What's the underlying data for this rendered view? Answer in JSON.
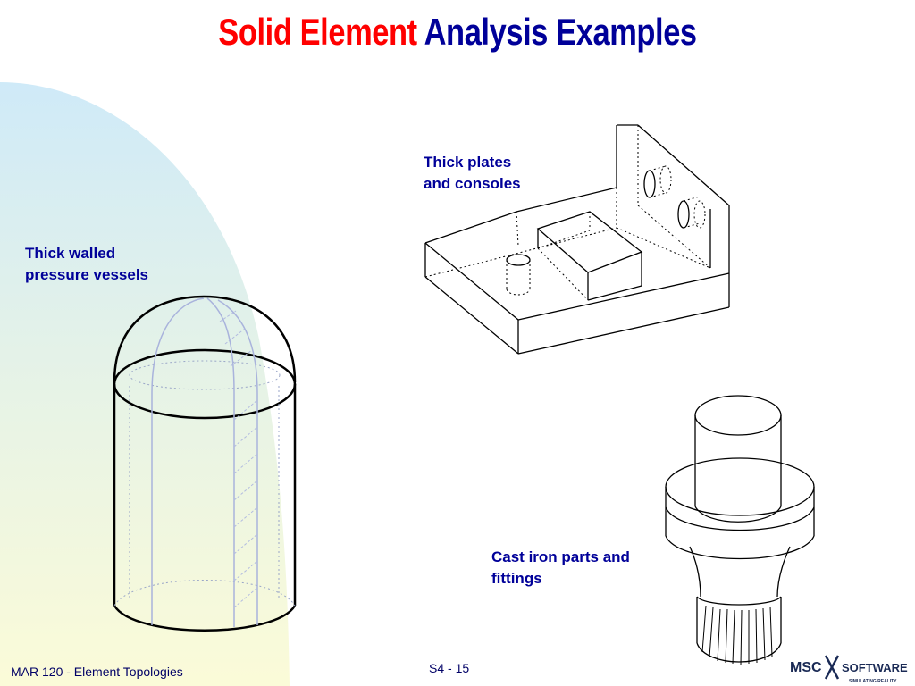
{
  "slide": {
    "title_part1": "Solid Element",
    "title_part2": "Analysis Examples",
    "colors": {
      "title_red": "#ff0000",
      "title_blue": "#000099",
      "label_blue": "#000099"
    }
  },
  "examples": {
    "vessels": {
      "line1": "Thick walled",
      "line2": "pressure vessels"
    },
    "plates": {
      "line1": "Thick plates",
      "line2": "and consoles"
    },
    "cast": {
      "line1": "Cast iron parts and",
      "line2": "fittings"
    }
  },
  "footer": {
    "course": "MAR 120 - Element Topologies",
    "page": "S4 - 15"
  },
  "logo": {
    "brand_left": "MSC",
    "brand_right": "SOFTWARE",
    "tagline": "SIMULATING REALITY"
  }
}
